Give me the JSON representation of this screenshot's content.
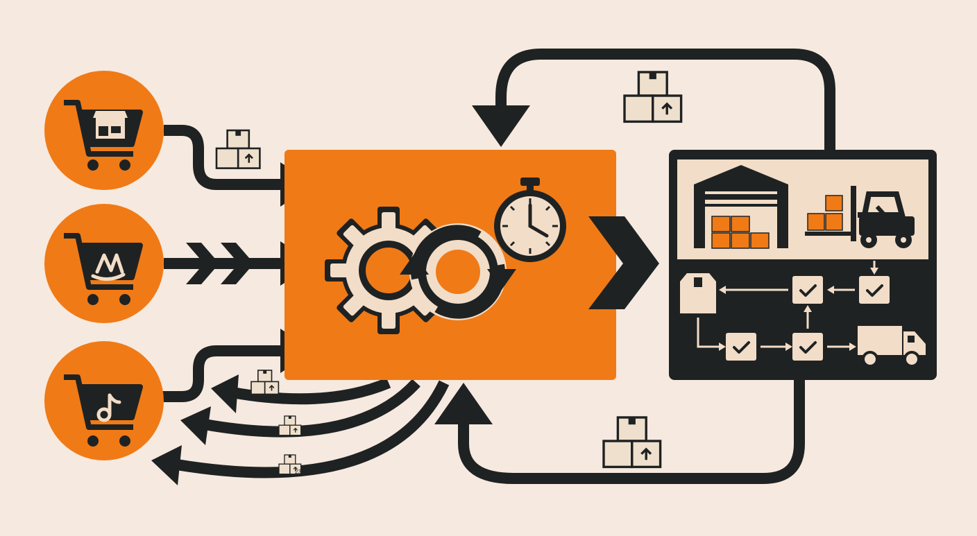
{
  "colors": {
    "background": "#f6e9df",
    "accent": "#f07a16",
    "dark": "#1f2222",
    "cream": "#f2ddc8",
    "box": "#efe0cd"
  },
  "channels": [
    {
      "name": "storefront-cart",
      "icon": "storefront-icon"
    },
    {
      "name": "marketplace-cart",
      "icon": "marketplace-logo-icon",
      "logo_text": "M"
    },
    {
      "name": "social-shop-cart",
      "icon": "music-note-icon",
      "logo_text": "♪"
    }
  ],
  "hub": {
    "icons": [
      "gear-icon",
      "sync-arrows-icon",
      "stopwatch-icon"
    ]
  },
  "warehouse": {
    "icons": [
      "warehouse-icon",
      "forklift-icon",
      "package-icon",
      "checkmark-icon",
      "delivery-truck-icon"
    ]
  },
  "box_labels": {
    "return_box_bottom": "23"
  }
}
